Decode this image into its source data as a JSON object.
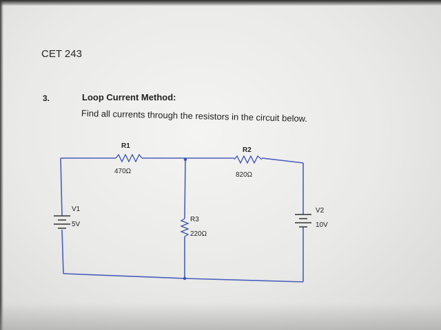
{
  "document": {
    "course_title": "CET 243",
    "problem_number": "3.",
    "problem_heading": "Loop Current Method:",
    "problem_instruction": "Find all currents through the resistors in the circuit below."
  },
  "circuit": {
    "resistors": [
      {
        "name": "R1",
        "value": "470Ω"
      },
      {
        "name": "R2",
        "value": "820Ω"
      },
      {
        "name": "R3",
        "value": "220Ω"
      }
    ],
    "sources": [
      {
        "name": "V1",
        "value": "5V"
      },
      {
        "name": "V2",
        "value": "10V"
      }
    ],
    "wire_color": "#4a5dbd"
  }
}
